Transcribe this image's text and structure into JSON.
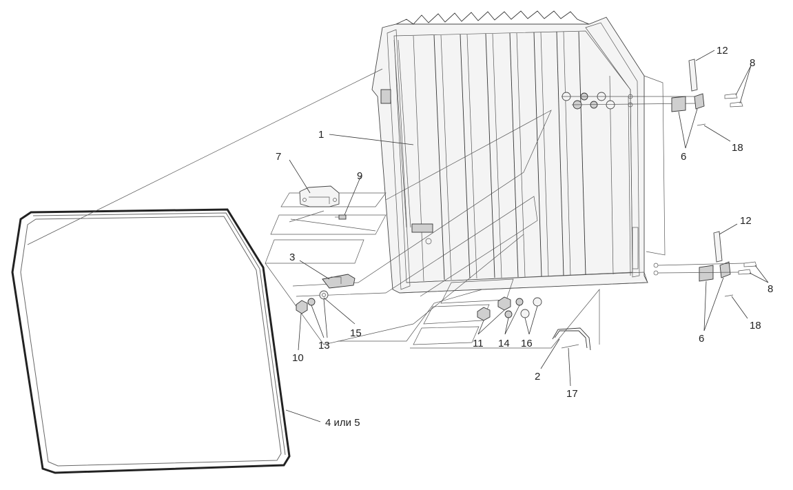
{
  "labels": {
    "l1": "1",
    "l2": "2",
    "l3": "3",
    "l4": "4 или 5",
    "l6a": "6",
    "l6b": "6",
    "l7": "7",
    "l8a": "8",
    "l8b": "8",
    "l9": "9",
    "l10": "10",
    "l11": "11",
    "l12a": "12",
    "l12b": "12",
    "l13": "13",
    "l14": "14",
    "l15": "15",
    "l16": "16",
    "l17": "17",
    "l18a": "18",
    "l18b": "18"
  },
  "colors": {
    "background": "#ffffff",
    "line": "#333333",
    "panel_fill": "#f4f4f4"
  }
}
